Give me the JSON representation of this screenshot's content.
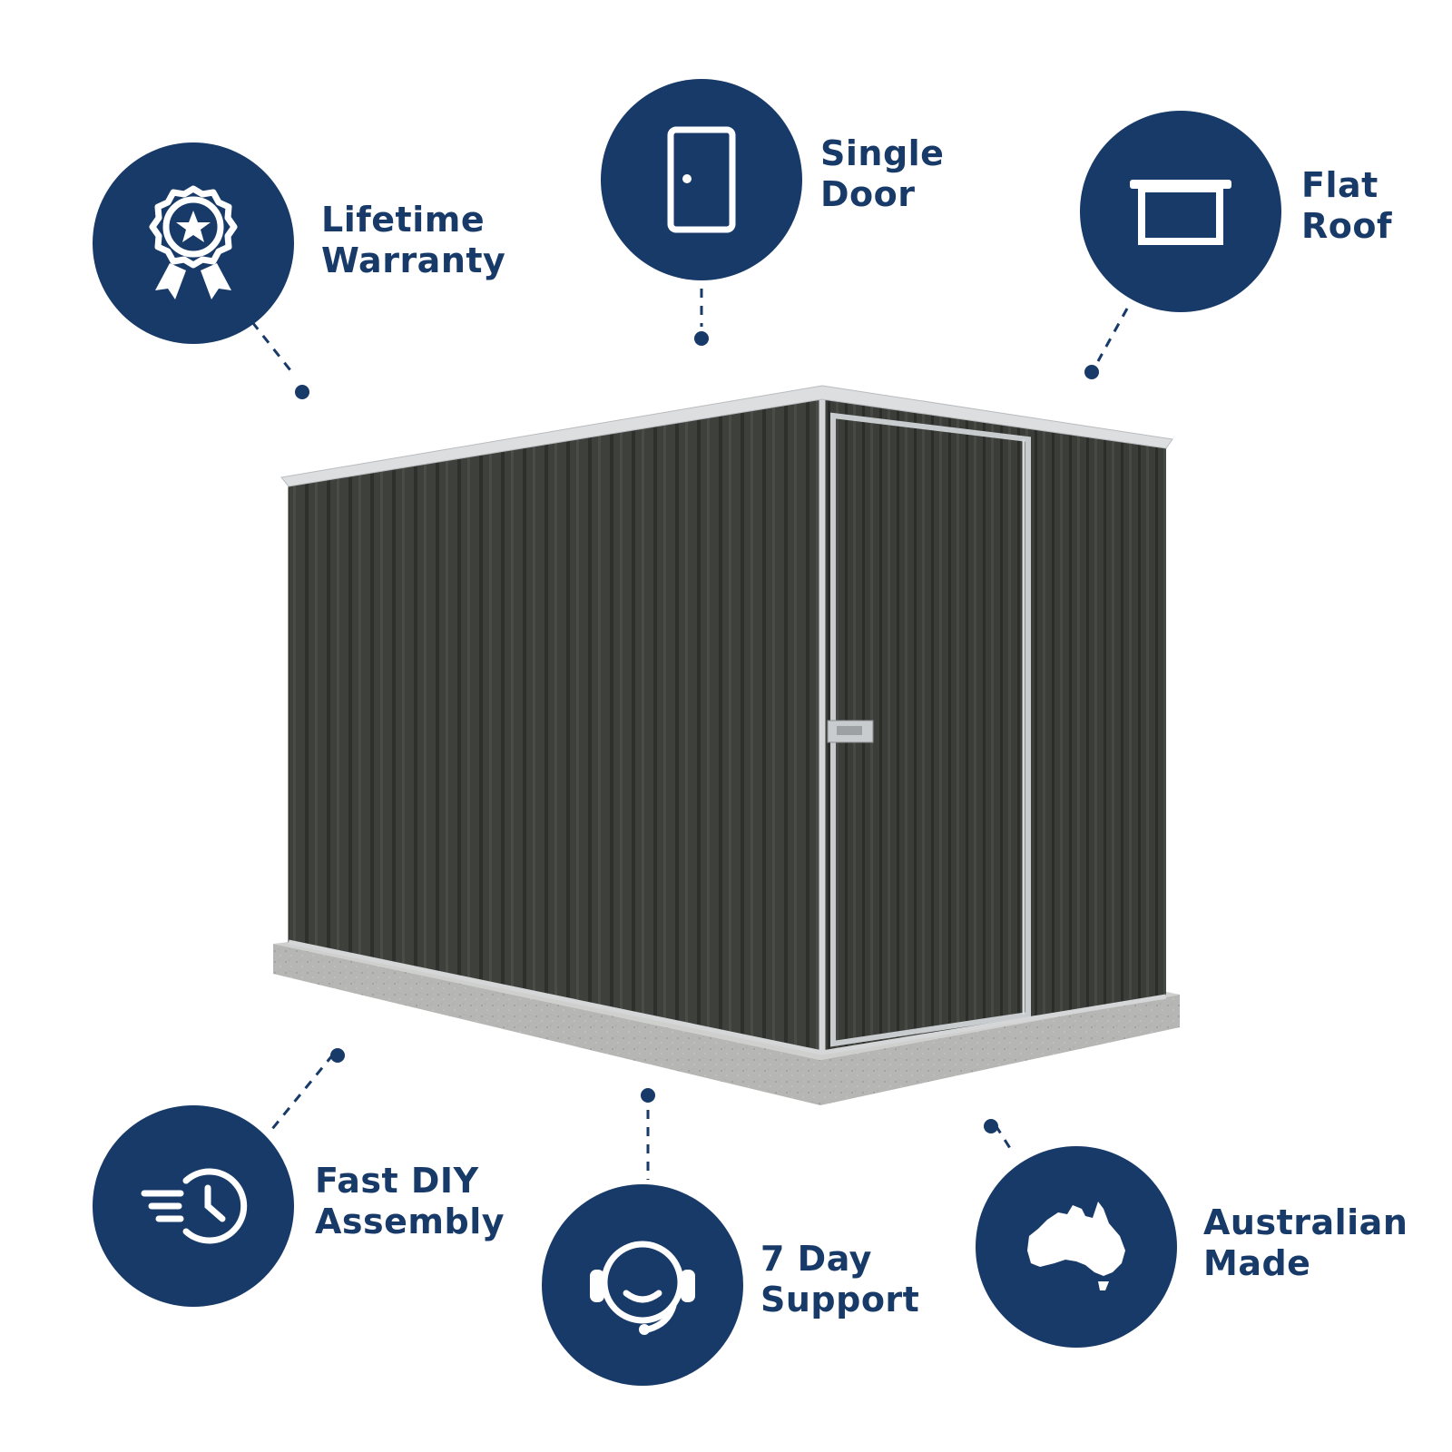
{
  "features": {
    "lifetime_warranty": {
      "line1": "Lifetime",
      "line2": "Warranty",
      "icon": "award-ribbon-star-icon"
    },
    "single_door": {
      "line1": "Single",
      "line2": "Door",
      "icon": "door-icon"
    },
    "flat_roof": {
      "line1": "Flat",
      "line2": "Roof",
      "icon": "flat-roof-icon"
    },
    "fast_diy_assembly": {
      "line1": "Fast DIY",
      "line2": "Assembly",
      "icon": "fast-clock-icon"
    },
    "day_support": {
      "line1": "7 Day",
      "line2": "Support",
      "icon": "headset-icon"
    },
    "australian_made": {
      "line1": "Australian",
      "line2": "Made",
      "icon": "australia-map-icon"
    }
  },
  "colors": {
    "brand_navy": "#183a68",
    "shed_panel": "#3e403c",
    "shed_trim": "#c9cccf",
    "slab": "#b5b5b3",
    "background": "#ffffff"
  }
}
